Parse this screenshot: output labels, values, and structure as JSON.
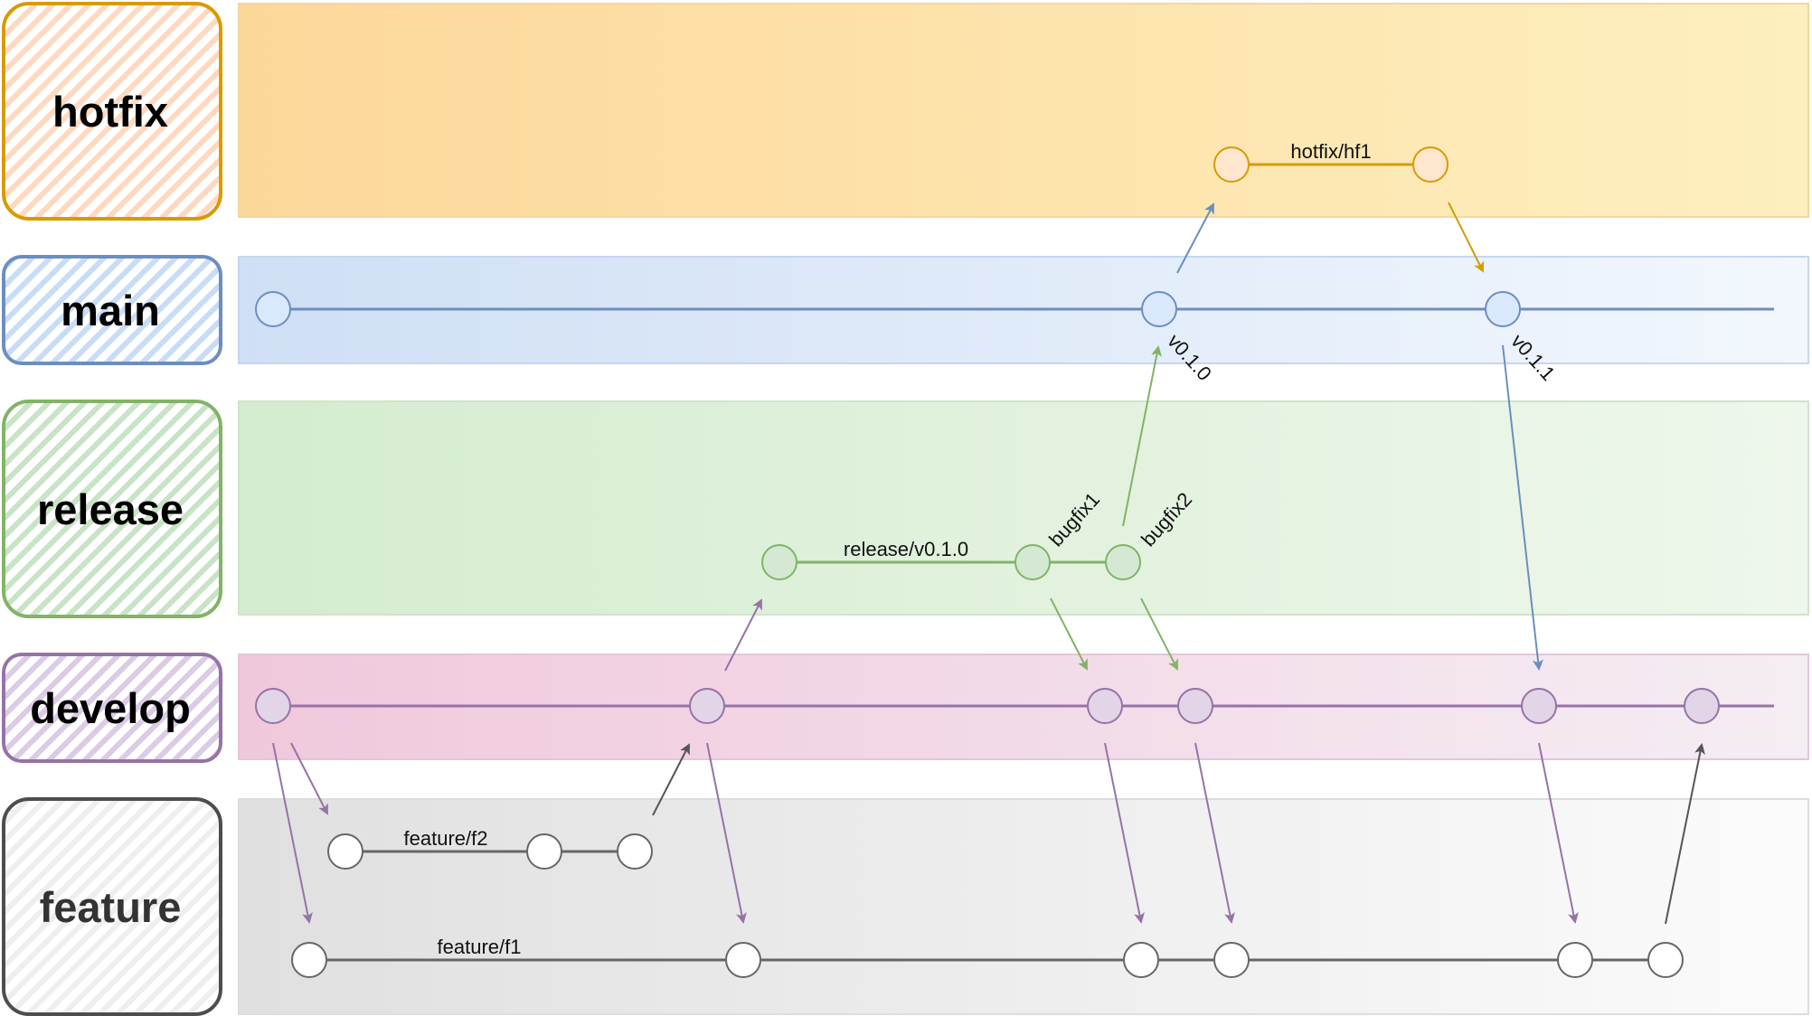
{
  "lanes": {
    "hotfix": {
      "label": "hotfix",
      "stroke": "#d79b00",
      "fill": "#ffe6cc",
      "band_from": "#fdd89a",
      "band_to": "#fdedbb",
      "text": "#000000"
    },
    "main": {
      "label": "main",
      "stroke": "#6c8ebf",
      "fill": "#dae8fc",
      "band_from": "#cfdff5",
      "band_to": "#f1f6fd",
      "text": "#000000"
    },
    "release": {
      "label": "release",
      "stroke": "#82b366",
      "fill": "#d5e8d4",
      "band_from": "#d6edd0",
      "band_to": "#edf6ea",
      "text": "#000000"
    },
    "develop": {
      "label": "develop",
      "stroke": "#9673a6",
      "fill": "#e1d5e7",
      "band_from": "#f0c8dc",
      "band_to": "#f4ecf3",
      "text": "#000000"
    },
    "feature": {
      "label": "feature",
      "stroke": "#4d4d4d",
      "fill": "#f5f5f5",
      "band_from": "#e2e2e2",
      "band_to": "#fafafa",
      "text": "#333333"
    }
  },
  "branches": {
    "hotfix": "hotfix/hf1",
    "release": "release/v0.1.0",
    "feature_f2": "feature/f2",
    "feature_f1": "feature/f1"
  },
  "tags": {
    "v010": "v0.1.0",
    "v011": "v0.1.1",
    "bugfix1": "bugfix1",
    "bugfix2": "bugfix2"
  },
  "colors": {
    "hotfix_line": "#d79b00",
    "main_line": "#6c8ebf",
    "release_line": "#82b366",
    "develop_line": "#9673a6",
    "feature_line": "#666666"
  }
}
